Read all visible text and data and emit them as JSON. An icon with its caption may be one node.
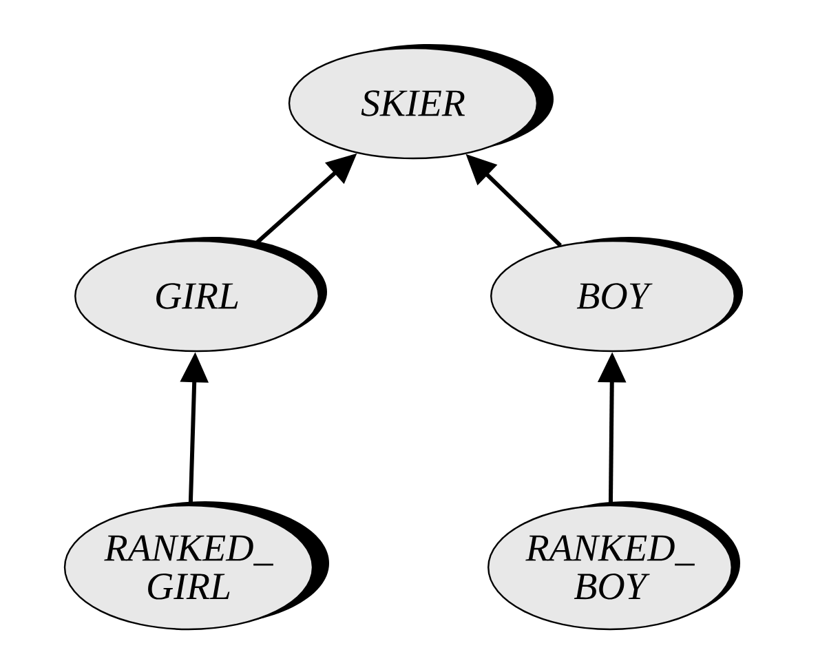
{
  "diagram": {
    "nodes": [
      {
        "text": [
          "SKIER"
        ]
      },
      {
        "text": [
          "GIRL"
        ]
      },
      {
        "text": [
          "BOY"
        ]
      },
      {
        "text": [
          "RANKED_ GIRL"
        ]
      },
      {
        "text": [
          "RANKED_ BOY"
        ]
      }
    ],
    "edges": [
      {
        "from": 1,
        "to": 0,
        "arrow": "to"
      },
      {
        "from": 2,
        "to": 0,
        "arrow": "to"
      },
      {
        "from": 3,
        "to": 1,
        "arrow": "to"
      },
      {
        "from": 4,
        "to": 2,
        "arrow": "to"
      }
    ]
  }
}
